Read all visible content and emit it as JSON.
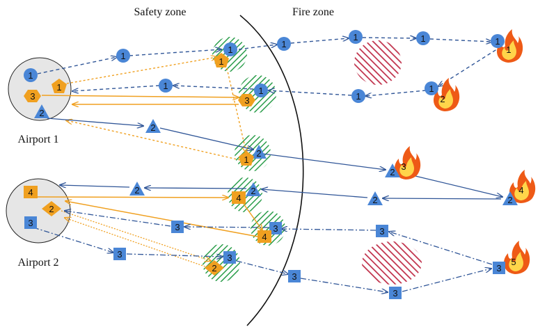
{
  "labels": {
    "safety_zone": "Safety zone",
    "fire_zone": "Fire zone",
    "airport_1": "Airport 1",
    "airport_2": "Airport 2"
  },
  "colors": {
    "blue": "#4a86d6",
    "blue_line": "#2f5597",
    "orange": "#f0a020",
    "orange_line": "#f0a020",
    "green_hatch": "#2a9d4a",
    "red_hatch": "#c0304a",
    "airport_fill": "#e6e6e6"
  },
  "node_labels": {
    "blue_1": "1",
    "blue_2": "2",
    "blue_3": "3",
    "orange_1": "1",
    "orange_2": "2",
    "orange_3": "3",
    "orange_4": "4"
  },
  "fire_labels": [
    "1",
    "2",
    "3",
    "4",
    "5"
  ]
}
